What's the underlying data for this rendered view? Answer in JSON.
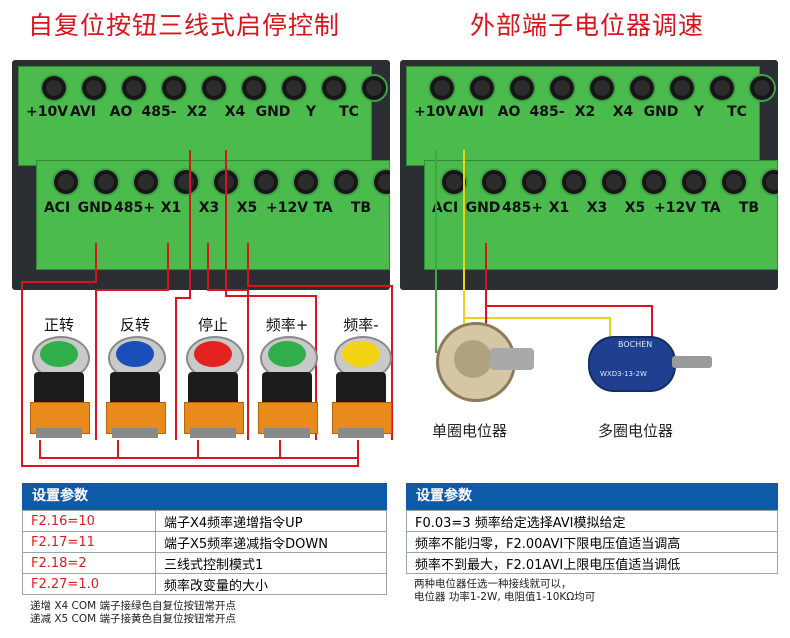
{
  "left_title": "自复位按钮三线式启停控制",
  "right_title": "外部端子电位器调速",
  "terminals_top": [
    "+10V",
    "AVI",
    "AO",
    "485-",
    "X2",
    "X4",
    "GND",
    "Y",
    "TC"
  ],
  "terminals_bottom": [
    "ACI",
    "GND",
    "485+",
    "X1",
    "X3",
    "X5",
    "+12V",
    "TA",
    "TB"
  ],
  "buttons": [
    {
      "label": "正转",
      "color": "#2fae4a"
    },
    {
      "label": "反转",
      "color": "#1a4fb8"
    },
    {
      "label": "停止",
      "color": "#e3221f"
    },
    {
      "label": "频率+",
      "color": "#2fae4a"
    },
    {
      "label": "频率-",
      "color": "#f2d414"
    }
  ],
  "pots": {
    "single": "单圈电位器",
    "multi": "多圈电位器",
    "multi_brand": "BOCHEN",
    "multi_model": "WXD3-13-2W"
  },
  "left_table": {
    "header": "设置参数",
    "rows": [
      {
        "code": "F2.16=10",
        "desc": "端子X4频率递增指令UP"
      },
      {
        "code": "F2.17=11",
        "desc": "端子X5频率递减指令DOWN"
      },
      {
        "code": "F2.18=2",
        "desc": "三线式控制模式1"
      },
      {
        "code": "F2.27=1.0",
        "desc": "频率改变量的大小"
      }
    ],
    "notes": [
      "递增 X4 COM 端子接绿色自复位按钮常开点",
      "递减 X5 COM 端子接黄色自复位按钮常开点"
    ]
  },
  "right_table": {
    "header": "设置参数",
    "rows": [
      "F0.03=3 频率给定选择AVI模拟给定",
      "频率不能归零，F2.00AVI下限电压值适当调高",
      "频率不到最大，F2.01AVI上限电压值适当调低"
    ],
    "notes": [
      "两种电位器任选一种接线就可以，",
      "电位器 功率1-2W, 电阻值1-10KΩ均可"
    ]
  },
  "wire_colors": {
    "red": "#d8141c",
    "green": "#3caa3c",
    "yellow": "#e8d21a"
  }
}
